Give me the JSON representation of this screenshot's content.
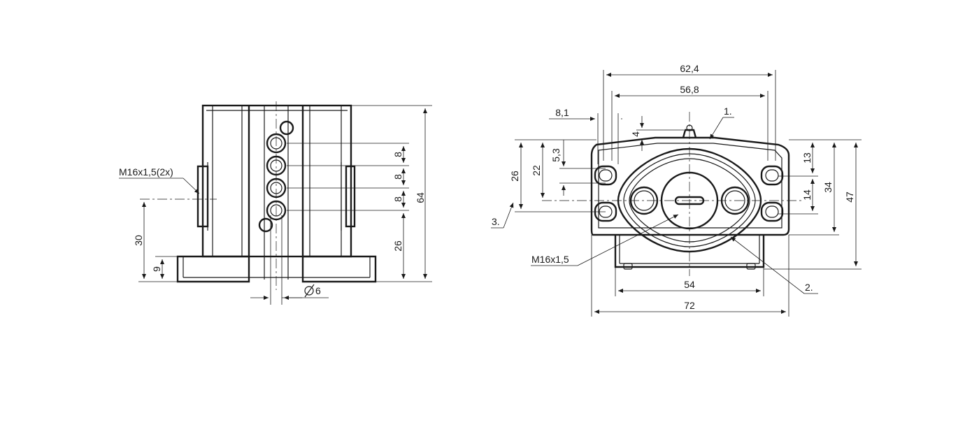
{
  "side_view": {
    "thread_label": "M16x1,5(2x)",
    "dims": {
      "d8_a": "8",
      "d8_b": "8",
      "d8_c": "8",
      "d26": "26",
      "d64": "64",
      "d30": "30",
      "d9": "9",
      "d6": "6"
    }
  },
  "front_view": {
    "thread_label": "M16x1,5",
    "callouts": {
      "c1": "1.",
      "c2": "2.",
      "c3": "3."
    },
    "dims": {
      "d62_4": "62,4",
      "d56_8": "56,8",
      "d8_1": "8,1",
      "d4": "4",
      "d5_3": "5,3",
      "d22": "22",
      "d26": "26",
      "d13": "13",
      "d14": "14",
      "d34": "34",
      "d47": "47",
      "d54": "54",
      "d72": "72"
    }
  }
}
